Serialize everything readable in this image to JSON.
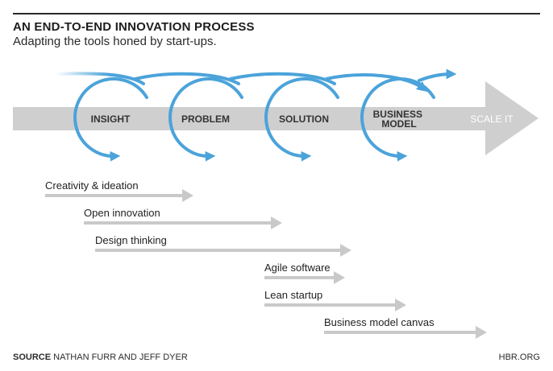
{
  "header": {
    "title": "AN END-TO-END INNOVATION PROCESS",
    "subtitle": "Adapting the tools honed by start-ups."
  },
  "process": {
    "stages": [
      "INSIGHT",
      "PROBLEM",
      "SOLUTION",
      "BUSINESS MODEL"
    ],
    "final_stage": "SCALE IT"
  },
  "tools": [
    "Creativity & ideation",
    "Open innovation",
    "Design thinking",
    "Agile software",
    "Lean startup",
    "Business model canvas"
  ],
  "footer": {
    "source_label": "SOURCE",
    "source_text": "NATHAN FURR AND JEFF DYER",
    "credit": "HBR.ORG"
  },
  "colors": {
    "loop_blue": "#4ba3da",
    "band_gray": "#cfcfcf",
    "tool_arrow_gray": "#c9c9c9",
    "scale_text": "#ffffff"
  }
}
